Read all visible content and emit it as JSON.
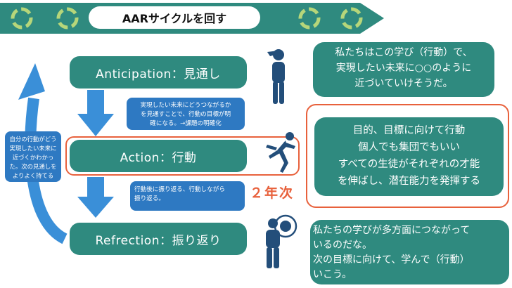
{
  "header": {
    "title": "AARサイクルを回す"
  },
  "stages": {
    "anticipation": "Anticipation：見通し",
    "action": "Action：行動",
    "reflection": "Refrection：振り返り"
  },
  "notes": {
    "anticipation_to_action": "実現したい未来にどうつながるか\nを見通すことで、行動の目標が明\n確になる。→課題の明確化",
    "action_to_reflection": "行動後に振り返る、行動しながら\n振り返る。",
    "reflection_to_anticipation": "自分の行動がどう\n実現したい未来に\n近づくかわかっ\nた。次の見通しを\nよりよく持てる"
  },
  "year_label": "２年次",
  "right_boxes": {
    "anticipation": "私たちはこの学び（行動）で、\n実現したい未来に○○のように\n近づいていけそうだ。",
    "action": "目的、目標に向けて行動\n個人でも集団でもいい\nすべての生徒がそれぞれの才能\nを伸ばし、潜在能力を発揮する",
    "reflection": "私たちの学びが多方面につながって\nいるのだな。\n次の目標に向けて、学んで（行動）\nいこう。"
  },
  "colors": {
    "teal": "#2f8a7f",
    "note_blue": "#2e79c2",
    "arrow_blue": "#3a8fd8",
    "highlight": "#e8613c",
    "banner": "#2f8a7f",
    "cycle_icon": "#b6d67a",
    "figure": "#234e7a"
  }
}
